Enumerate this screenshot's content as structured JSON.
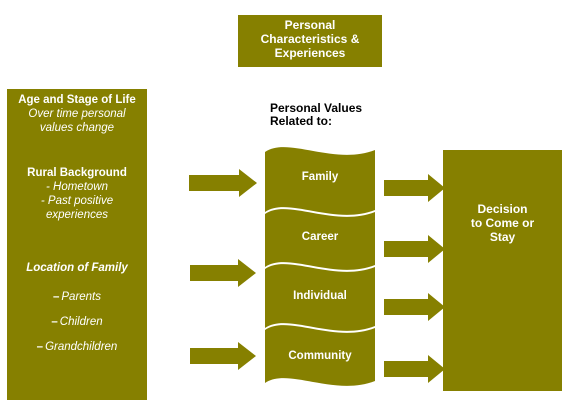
{
  "top_box": {
    "line1": "Personal",
    "line2": "Characteristics &",
    "line3": "Experiences"
  },
  "values_title": {
    "line1": "Personal Values",
    "line2": "Related to:"
  },
  "left_box": {
    "age_title": "Age and Stage of Life",
    "age_sub1": "Over time personal",
    "age_sub2": "values change",
    "rural_title": "Rural Background",
    "rural_item1": "- Hometown",
    "rural_item2": "- Past positive",
    "rural_item2b": "experiences",
    "location_title": "Location of Family",
    "dash": "–",
    "loc_items": [
      "Parents",
      "Children",
      "Grandchildren"
    ]
  },
  "values": [
    "Family",
    "Career",
    "Individual",
    "Community"
  ],
  "decision": {
    "line1": "Decision",
    "line2": "to Come or",
    "line3": "Stay"
  },
  "colors": {
    "olive": "#868000",
    "white": "#ffffff",
    "text": "#000000"
  }
}
